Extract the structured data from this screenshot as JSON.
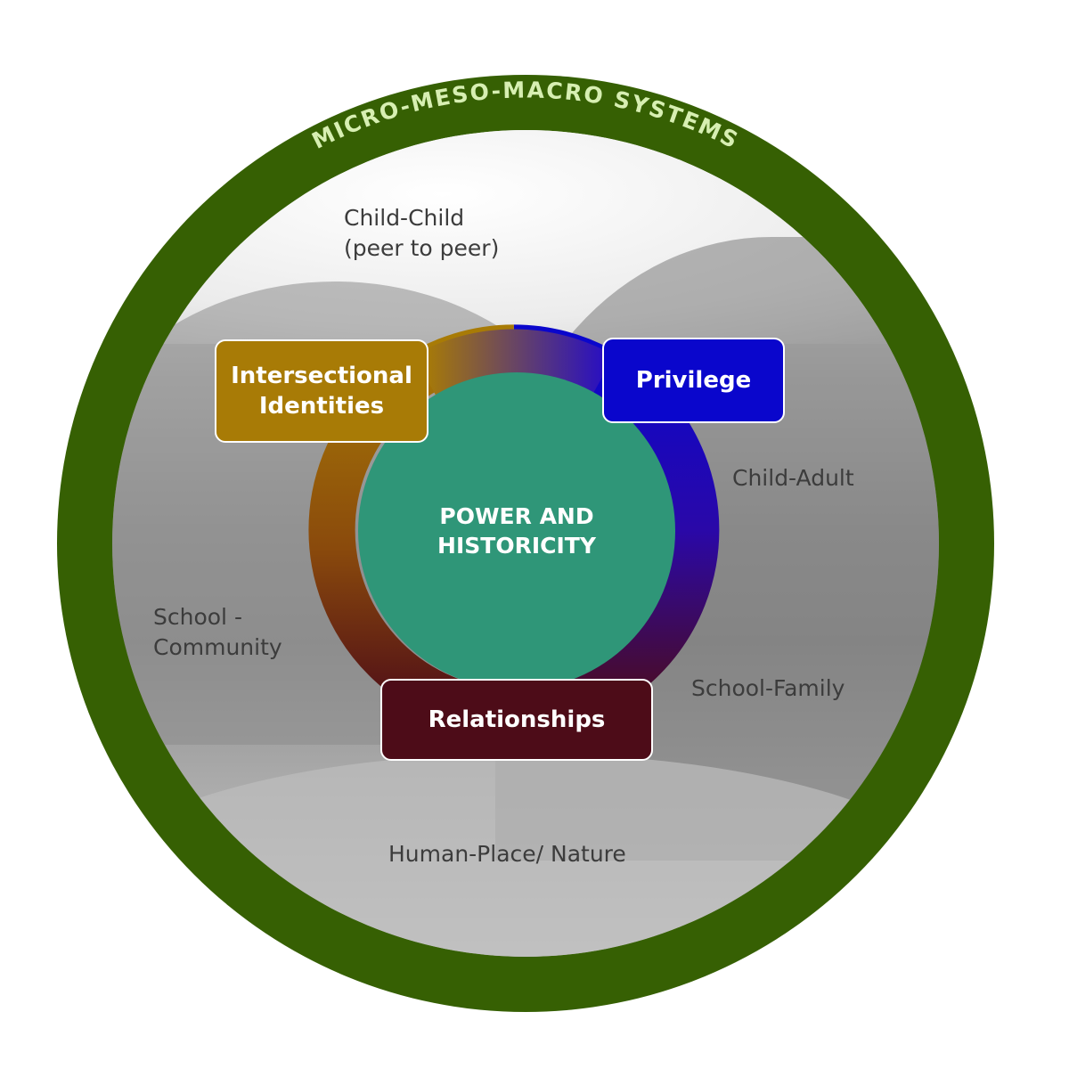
{
  "outer_ring": {
    "label": "MICRO-MESO-MACRO SYSTEMS",
    "color": "#366003",
    "label_color": "#d7efb2"
  },
  "labels": {
    "child_child": [
      "Child-Child",
      "(peer to peer)"
    ],
    "child_adult": "Child-Adult",
    "school_community": [
      "School -",
      "Community"
    ],
    "school_family": "School-Family",
    "human_place": "Human-Place/ Nature"
  },
  "core": {
    "lines": [
      "POWER AND",
      "HISTORICITY"
    ],
    "color": "#2f9678"
  },
  "nodes": {
    "identities": {
      "lines": [
        "Intersectional",
        "Identities"
      ],
      "color": "#a87b06"
    },
    "privilege": {
      "label": "Privilege",
      "color": "#0a06cc"
    },
    "relationships": {
      "label": "Relationships",
      "color": "#4d0c18"
    }
  }
}
